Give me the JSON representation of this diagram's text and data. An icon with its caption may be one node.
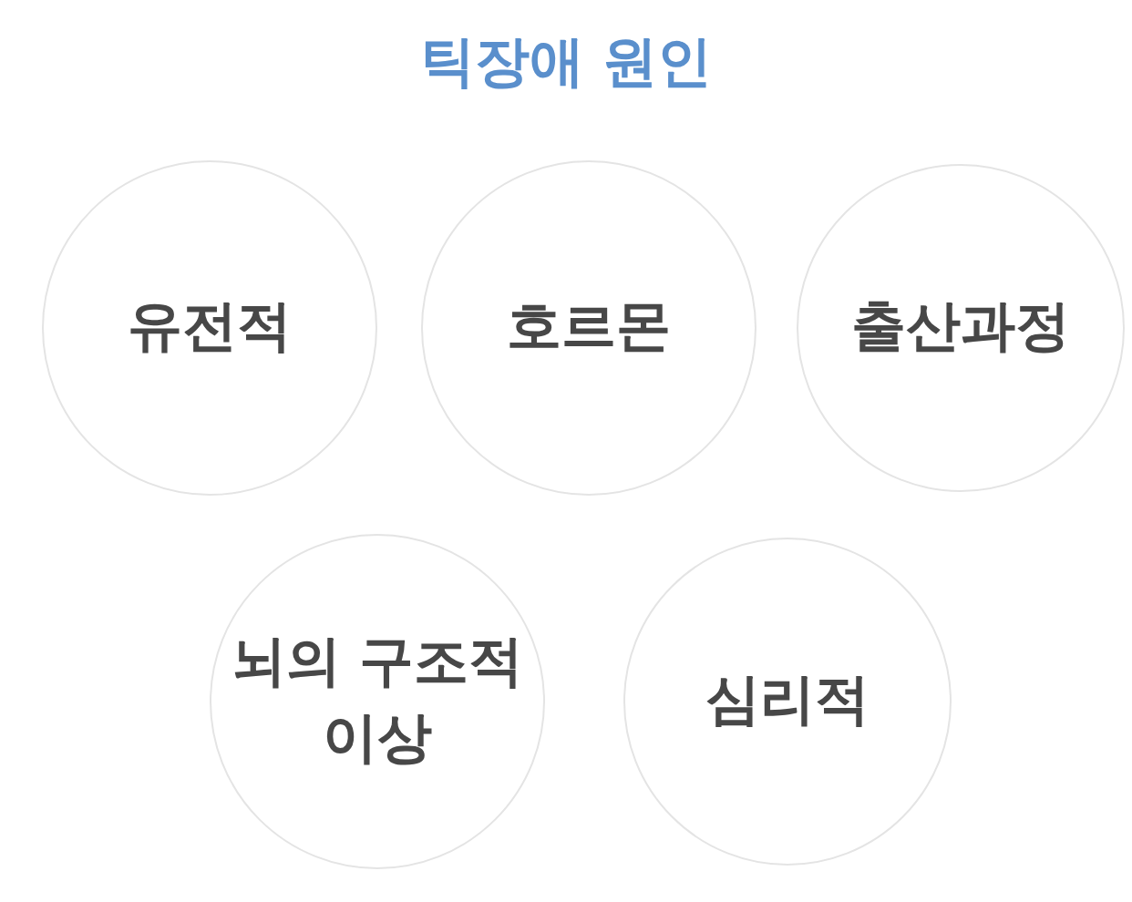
{
  "diagram": {
    "title": "틱장애 원인",
    "nodes": [
      {
        "text": [
          "유전적"
        ]
      },
      {
        "text": [
          "호르몬"
        ]
      },
      {
        "text": [
          "출산과정"
        ]
      },
      {
        "text": [
          "뇌의 구조적 이상"
        ]
      },
      {
        "text": [
          "심리적"
        ]
      }
    ]
  }
}
